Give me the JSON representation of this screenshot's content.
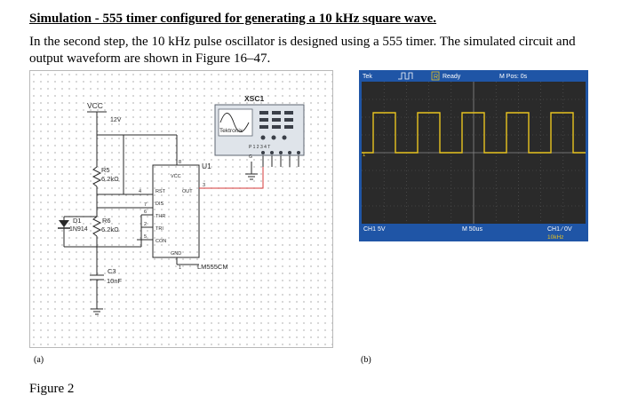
{
  "document": {
    "heading": "Simulation - 555 timer configured for generating a 10 kHz square wave.",
    "paragraph": "In the second step, the 10 kHz pulse oscillator is designed using a 555 timer. The simulated circuit and output waveform are shown in Figure 16–47.",
    "caption_a": "(a)",
    "caption_b": "(b)",
    "figure_label": "Figure 2"
  },
  "circuit": {
    "vcc_label": "VCC",
    "vcc_value": "12V",
    "r5_name": "R5",
    "r5_value": "6.2kΩ",
    "r6_name": "R6",
    "r6_value": "6.2kΩ",
    "d1_name": "D1",
    "d1_part": "1N914",
    "c3_name": "C3",
    "c3_value": "10nF",
    "ic_ref": "U1",
    "ic_part": "LM555CM",
    "pin_vcc": "VCC",
    "pin_rst": "RST",
    "pin_out": "OUT",
    "pin_dis": "DIS",
    "pin_thr": "THR",
    "pin_tri": "TRI",
    "pin_con": "CON",
    "pin_gnd": "GND",
    "num_8": "8",
    "num_4": "4",
    "num_3": "3",
    "num_7": "7",
    "num_6": "6",
    "num_2": "2",
    "num_5": "5",
    "num_1": "1",
    "scope_ref": "XSC1",
    "scope_brand": "Tektronix",
    "scope_pins": "P 1 2 3 4 T",
    "scope_g": "G"
  },
  "scope": {
    "brand": "Tek",
    "status": "Ready",
    "trigger_mode": "R",
    "position": "M Pos: 0s",
    "channel_scale": "CH1  5V",
    "timebase": "M 50us",
    "trigger": "CH1 ⁄ 0V",
    "frequency": "10kHz",
    "marker": "1",
    "trace_color": "#e8c320",
    "screen_color": "#2a2a2a",
    "bezel_color": "#1f55a6"
  }
}
